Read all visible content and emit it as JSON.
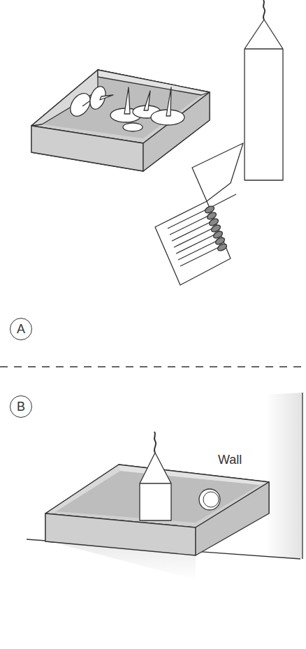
{
  "diagram": {
    "nodes": [
      {
        "text": [
          "A"
        ]
      },
      {
        "text": [
          "B"
        ]
      }
    ],
    "labels": [
      "Wall"
    ]
  }
}
